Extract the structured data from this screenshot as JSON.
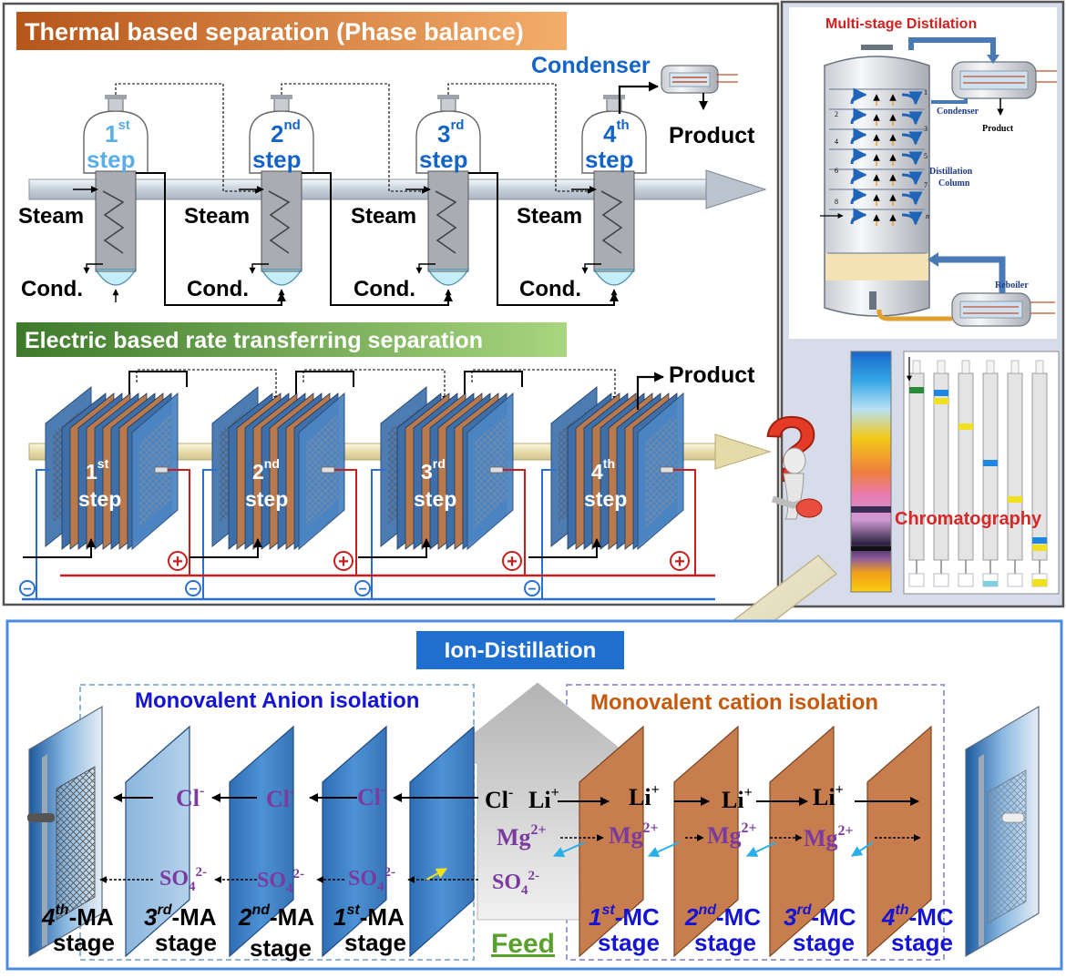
{
  "thermal": {
    "banner": "Thermal based separation (Phase balance)",
    "condenser": "Condenser",
    "product": "Product",
    "steps": [
      {
        "num": "1",
        "sup": "st",
        "word": "step"
      },
      {
        "num": "2",
        "sup": "nd",
        "word": "step"
      },
      {
        "num": "3",
        "sup": "rd",
        "word": "step"
      },
      {
        "num": "4",
        "sup": "th",
        "word": "step"
      }
    ],
    "steam": "Steam",
    "cond": "Cond."
  },
  "electric": {
    "banner": "Electric based rate transferring separation",
    "product": "Product",
    "steps": [
      {
        "num": "1",
        "sup": "st",
        "word": "step"
      },
      {
        "num": "2",
        "sup": "nd",
        "word": "step"
      },
      {
        "num": "3",
        "sup": "rd",
        "word": "step"
      },
      {
        "num": "4",
        "sup": "th",
        "word": "step"
      }
    ]
  },
  "distillation": {
    "title": "Multi-stage Distilation",
    "condenser": "Condenser",
    "product": "Product",
    "column_line1": "Distillation",
    "column_line2": "Column",
    "reboiler": "Reboiler",
    "tray_numbers": [
      "1",
      "2",
      "3",
      "4",
      "5",
      "6",
      "7",
      "8",
      "n"
    ]
  },
  "chromatography": {
    "label": "Chromatography"
  },
  "ion": {
    "title": "Ion-Distillation",
    "anion_title": "Monovalent Anion isolation",
    "cation_title": "Monovalent cation isolation",
    "feed": "Feed",
    "cl": "Cl",
    "cl_sup": "-",
    "li": "Li",
    "li_sup": "+",
    "mg": "Mg",
    "mg_sup": "2+",
    "so4": "SO",
    "so4_sub": "4",
    "so4_sup": "2-",
    "ma_stages": [
      {
        "num": "4",
        "sup": "th",
        "suffix": "-MA",
        "word": "stage"
      },
      {
        "num": "3",
        "sup": "rd",
        "suffix": "-MA",
        "word": "stage"
      },
      {
        "num": "2",
        "sup": "nd",
        "suffix": "-MA",
        "word": "stage"
      },
      {
        "num": "1",
        "sup": "st",
        "suffix": "-MA",
        "word": "stage"
      }
    ],
    "mc_stages": [
      {
        "num": "1",
        "sup": "st",
        "suffix": "-MC",
        "word": "stage"
      },
      {
        "num": "2",
        "sup": "nd",
        "suffix": "-MC",
        "word": "stage"
      },
      {
        "num": "3",
        "sup": "rd",
        "suffix": "-MC",
        "word": "stage"
      },
      {
        "num": "4",
        "sup": "th",
        "suffix": "-MC",
        "word": "stage"
      }
    ]
  },
  "symbols": {
    "plus": "+",
    "minus": "−",
    "question": "?"
  },
  "colors": {
    "thermal_banner_start": "#b5561a",
    "thermal_banner_end": "#f0a15e",
    "electric_banner_start": "#3d7a2a",
    "electric_banner_end": "#a6d47c",
    "ion_title_bg": "#1f6fd1",
    "step_light_blue": "#5aaee8",
    "step_blue": "#1464c8",
    "anion_title": "#1414d2",
    "cation_title": "#c55a0e",
    "ion_purple": "#7a3a9e",
    "feed_green": "#5aa02c",
    "membrane_blue": "#3f85c9",
    "membrane_copper": "#c87d4e"
  }
}
